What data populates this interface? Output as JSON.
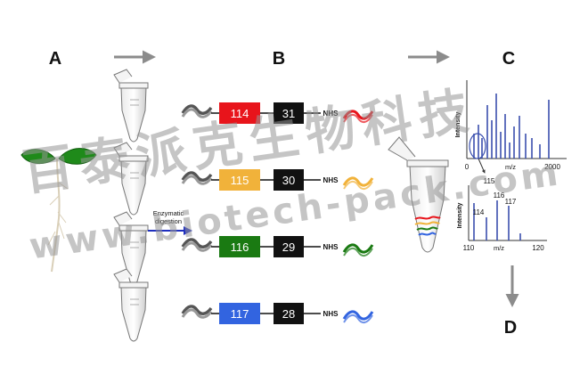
{
  "panels": {
    "a": "A",
    "b": "B",
    "c": "C",
    "d": "D"
  },
  "digestion": {
    "line1": "Enzymatic",
    "line2": "digestion"
  },
  "nhs": "NHS",
  "tags": [
    {
      "reporter": "114",
      "balance": "31",
      "color": "#e8141b"
    },
    {
      "reporter": "115",
      "balance": "30",
      "color": "#f1b23a"
    },
    {
      "reporter": "116",
      "balance": "29",
      "color": "#1a7a12"
    },
    {
      "reporter": "117",
      "balance": "28",
      "color": "#3264e0"
    }
  ],
  "spectrum_top": {
    "y_label": "Intensity",
    "x_label": "m/z",
    "x_min": "0",
    "x_max": "2000",
    "callout": "115"
  },
  "spectrum_bottom": {
    "y_label": "Intensity",
    "x_label": "m/z",
    "x_min": "110",
    "x_max": "120",
    "peaks": [
      "114",
      "116",
      "117"
    ]
  },
  "watermark": {
    "cn": "百泰派克生物科技",
    "url": "www.biotech-pack.com"
  },
  "colors": {
    "arrow_gray": "#8c8c8c",
    "digestion_arrow": "#1f2fbf",
    "spectrum_blue": "#3a4fae",
    "leaf_green": "#1f8a1a"
  }
}
